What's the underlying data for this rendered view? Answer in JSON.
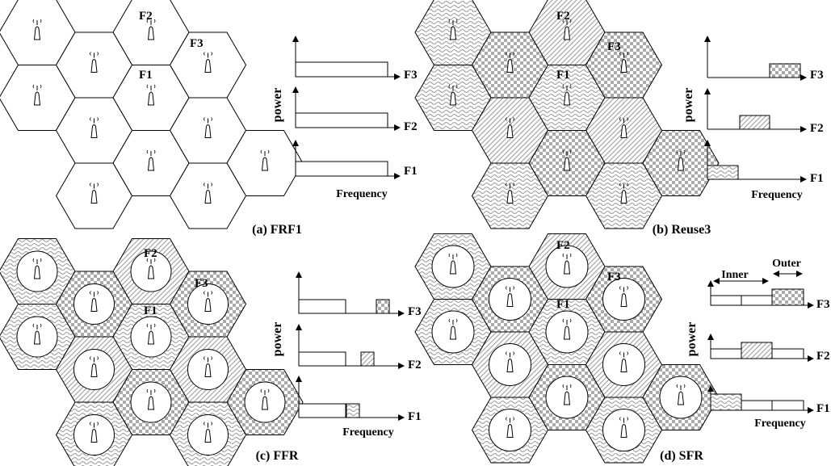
{
  "panels": [
    {
      "caption": "(a) FRF1",
      "cell_labels": [
        "F2",
        "F3",
        "F1"
      ],
      "power_label": "power",
      "frequency_label": "Frequency",
      "band_labels": [
        "F3",
        "F2",
        "F1"
      ]
    },
    {
      "caption": "(b) Reuse3",
      "cell_labels": [
        "F2",
        "F3",
        "F1"
      ],
      "power_label": "power",
      "frequency_label": "Frequency",
      "band_labels": [
        "F3",
        "F2",
        "F1"
      ]
    },
    {
      "caption": "(c) FFR",
      "cell_labels": [
        "F2",
        "F3",
        "F1"
      ],
      "power_label": "power",
      "frequency_label": "Frequency",
      "band_labels": [
        "F3",
        "F2",
        "F1"
      ]
    },
    {
      "caption": "(d) SFR",
      "cell_labels": [
        "F2",
        "F3",
        "F1"
      ],
      "power_label": "power",
      "frequency_label": "Frequency",
      "band_labels": [
        "F3",
        "F2",
        "F1"
      ],
      "inner_label": "Inner",
      "outer_label": "Outer"
    }
  ],
  "patterns": {
    "F1": "wavy",
    "F2": "diagonal",
    "F3": "checker"
  },
  "colors": {
    "stroke": "#000000",
    "fill_pattern": "#9a9a9a"
  }
}
